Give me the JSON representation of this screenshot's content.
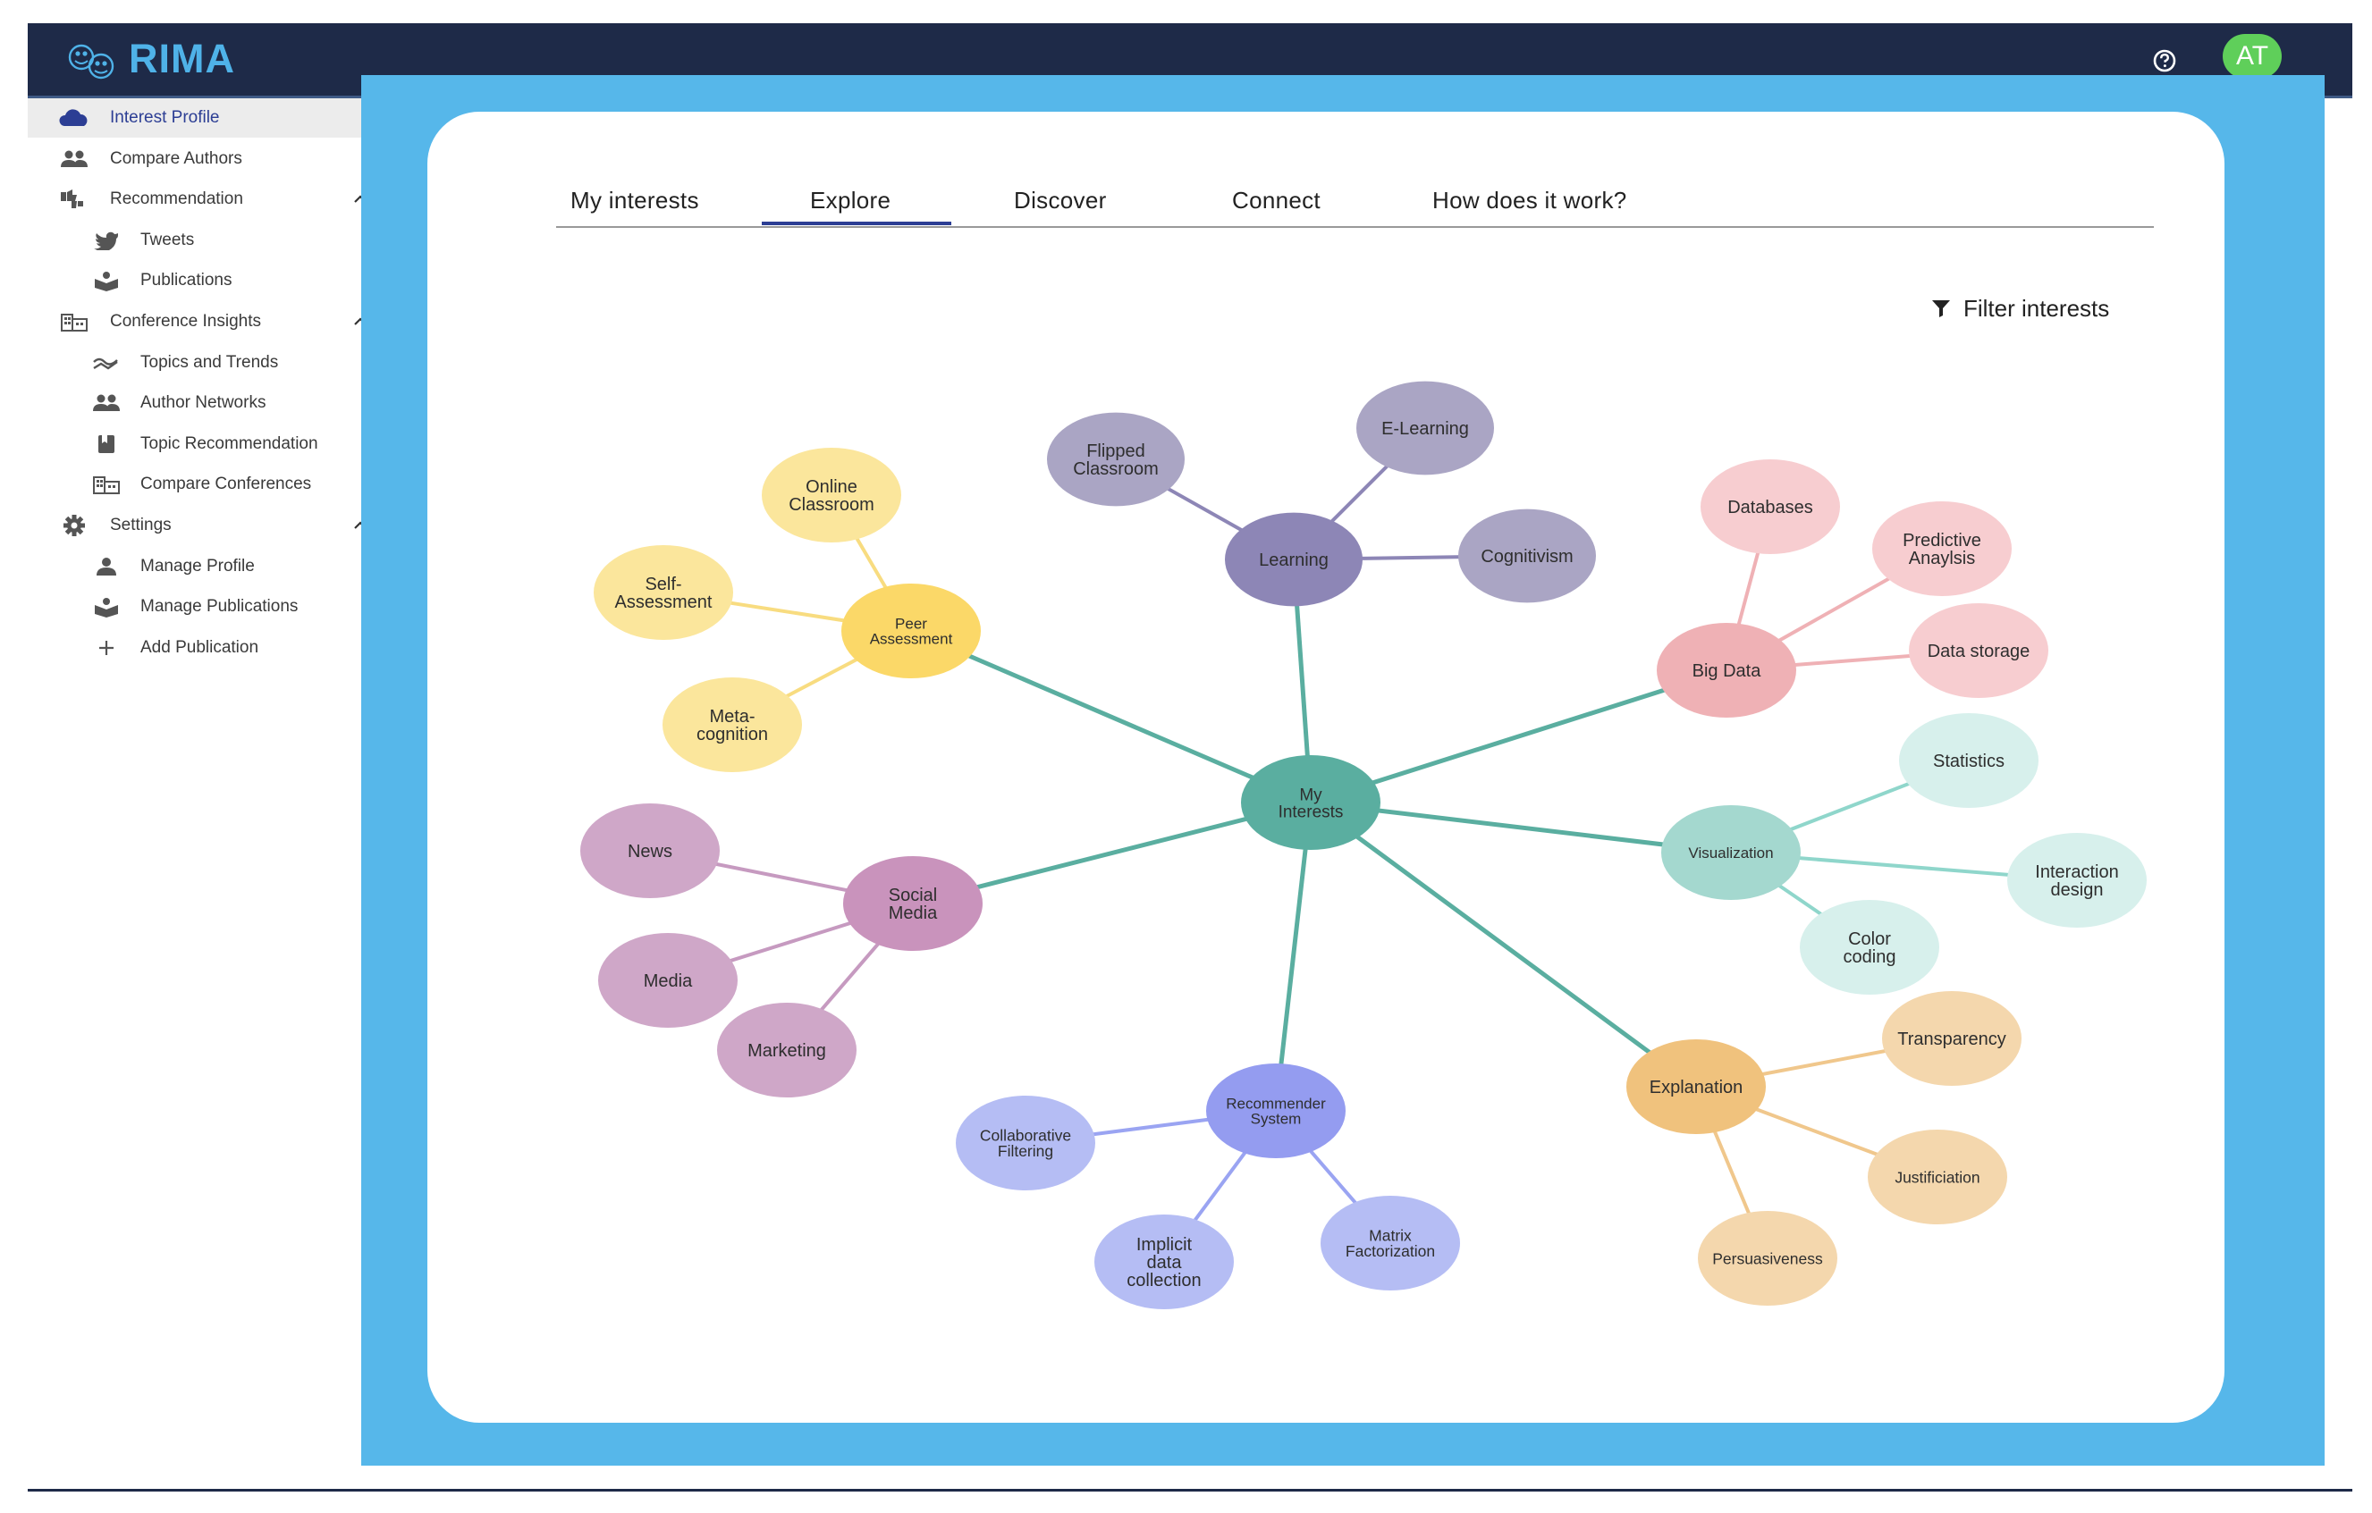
{
  "app": {
    "brand": "RIMA"
  },
  "header": {
    "help_icon": "help-circle-icon",
    "avatar_initials": "AT",
    "avatar_color": "#5fcf5a"
  },
  "sidebar": {
    "items": [
      {
        "id": "interest-profile",
        "label": "Interest Profile",
        "icon": "cloud-icon",
        "active": true
      },
      {
        "id": "compare-authors",
        "label": "Compare Authors",
        "icon": "people-icon"
      },
      {
        "id": "recommendation",
        "label": "Recommendation",
        "icon": "thumbs-icon",
        "expanded": true
      },
      {
        "id": "tweets",
        "label": "Tweets",
        "icon": "twitter-icon"
      },
      {
        "id": "publications",
        "label": "Publications",
        "icon": "book-stack-icon"
      },
      {
        "id": "conference-insights",
        "label": "Conference Insights",
        "icon": "building-icon",
        "expanded": true
      },
      {
        "id": "topics-and-trends",
        "label": "Topics and Trends",
        "icon": "trend-icon"
      },
      {
        "id": "author-networks",
        "label": "Author Networks",
        "icon": "people-icon"
      },
      {
        "id": "topic-recommendation",
        "label": "Topic Recommendation",
        "icon": "bookmark-icon"
      },
      {
        "id": "compare-conferences",
        "label": "Compare Conferences",
        "icon": "building-icon"
      },
      {
        "id": "settings",
        "label": "Settings",
        "icon": "gear-icon",
        "expanded": true
      },
      {
        "id": "manage-profile",
        "label": "Manage Profile",
        "icon": "person-icon"
      },
      {
        "id": "manage-publications",
        "label": "Manage Publications",
        "icon": "book-stack-icon"
      },
      {
        "id": "add-publication",
        "label": "Add Publication",
        "icon": "plus-icon"
      }
    ]
  },
  "tabs": [
    {
      "id": "my-interests",
      "label": "My interests"
    },
    {
      "id": "explore",
      "label": "Explore",
      "active": true
    },
    {
      "id": "discover",
      "label": "Discover"
    },
    {
      "id": "connect",
      "label": "Connect"
    },
    {
      "id": "how-does-it-work",
      "label": "How does it work?"
    }
  ],
  "filter": {
    "label": "Filter interests",
    "icon": "filter-icon"
  },
  "colors": {
    "topbar": "#1e2a48",
    "brand": "#4fb2e8",
    "main_background": "#56b7ea",
    "accent": "#2c3e94"
  },
  "graph": {
    "root": {
      "label": [
        "My",
        "Interests"
      ],
      "fill": "#5aaea0"
    },
    "groups": [
      {
        "label": [
          "Learning"
        ],
        "fill": "#8d86b6",
        "edge": "#8d86b6",
        "children": [
          {
            "label": [
              "Flipped",
              "Classroom"
            ],
            "fill": "#aaa5c4"
          },
          {
            "label": [
              "E-Learning"
            ],
            "fill": "#aaa5c4"
          },
          {
            "label": [
              "Cognitivism"
            ],
            "fill": "#aaa5c4"
          }
        ]
      },
      {
        "label": [
          "Peer",
          "Assessment"
        ],
        "fill": "#fbd868",
        "edge": "#f8dc80",
        "children": [
          {
            "label": [
              "Online",
              "Classroom"
            ],
            "fill": "#fbe69c"
          },
          {
            "label": [
              "Self-",
              "Assessment"
            ],
            "fill": "#fbe69c"
          },
          {
            "label": [
              "Meta-",
              "cognition"
            ],
            "fill": "#fbe69c"
          }
        ]
      },
      {
        "label": [
          "Big Data"
        ],
        "fill": "#efb1b5",
        "edge": "#efb1b5",
        "children": [
          {
            "label": [
              "Databases"
            ],
            "fill": "#f7cdd0"
          },
          {
            "label": [
              "Predictive",
              "Anaylsis"
            ],
            "fill": "#f7cdd0"
          },
          {
            "label": [
              "Data storage"
            ],
            "fill": "#f7cdd0"
          }
        ]
      },
      {
        "label": [
          "Visualization"
        ],
        "fill": "#a4d8cf",
        "edge": "#8fd6cb",
        "children": [
          {
            "label": [
              "Statistics"
            ],
            "fill": "#d7f0ec"
          },
          {
            "label": [
              "Interaction",
              "design"
            ],
            "fill": "#d7f0ec"
          },
          {
            "label": [
              "Color",
              "coding"
            ],
            "fill": "#d7f0ec"
          }
        ]
      },
      {
        "label": [
          "Social",
          "Media"
        ],
        "fill": "#c993bc",
        "edge": "#c69ac0",
        "children": [
          {
            "label": [
              "News"
            ],
            "fill": "#cfa7c8"
          },
          {
            "label": [
              "Media"
            ],
            "fill": "#cfa7c8"
          },
          {
            "label": [
              "Marketing"
            ],
            "fill": "#cfa7c8"
          }
        ]
      },
      {
        "label": [
          "Recommender",
          "System"
        ],
        "fill": "#949cf0",
        "edge": "#9aa4f2",
        "children": [
          {
            "label": [
              "Collaborative",
              "Filtering"
            ],
            "fill": "#b5bdf4"
          },
          {
            "label": [
              "Implicit",
              "data",
              "collection"
            ],
            "fill": "#b5bdf4"
          },
          {
            "label": [
              "Matrix",
              "Factorization"
            ],
            "fill": "#b5bdf4"
          }
        ]
      },
      {
        "label": [
          "Explanation"
        ],
        "fill": "#f0c27d",
        "edge": "#f0c78c",
        "children": [
          {
            "label": [
              "Transparency"
            ],
            "fill": "#f4d7ad"
          },
          {
            "label": [
              "Justificiation"
            ],
            "fill": "#f4d7ad"
          },
          {
            "label": [
              "Persuasiveness"
            ],
            "fill": "#f4d7ad"
          }
        ]
      }
    ]
  }
}
